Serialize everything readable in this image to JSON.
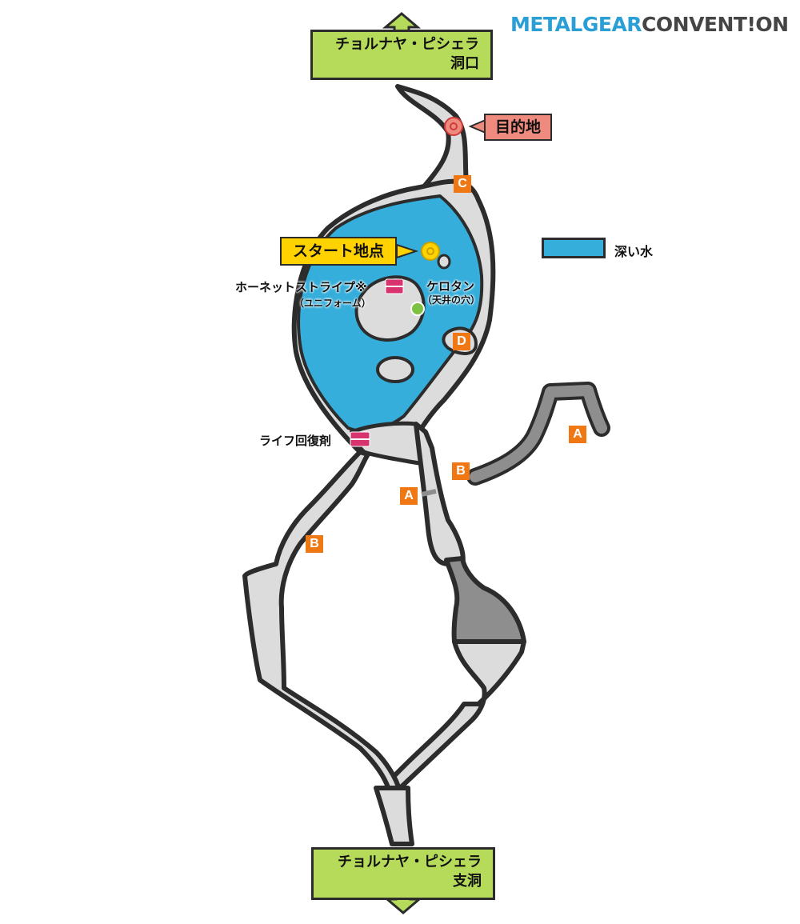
{
  "logo": {
    "part1": "METALGEAR",
    "part2": "CONVENT!ON"
  },
  "exits": {
    "top": {
      "line1": "チョルナヤ・ピシェラ",
      "line2": "洞口"
    },
    "bottom": {
      "line1": "チョルナヤ・ピシェラ",
      "line2": "支洞"
    }
  },
  "callouts": {
    "destination": "目的地",
    "start": "スタート地点"
  },
  "items": {
    "hornet_stripe": "ホーネットストライプ※",
    "hornet_stripe_note": "（ユニフォーム）",
    "kerotan": "ケロタン",
    "kerotan_note": "（天井の穴）",
    "life_recovery": "ライフ回復剤"
  },
  "legend": {
    "deep_water": "深い水"
  },
  "letters": {
    "a": "A",
    "b": "B",
    "c": "C",
    "d": "D"
  },
  "colors": {
    "floor": "#dcdcdc",
    "wall": "#2c2c2c",
    "deep_water": "#36aedb",
    "dark_area": "#8e8e8e",
    "exit_box": "#b6db5b",
    "destination": "#ee8a7e",
    "start": "#ffd200",
    "item": "#d6336f",
    "kerotan": "#7cc142",
    "marker": "#f07814"
  }
}
